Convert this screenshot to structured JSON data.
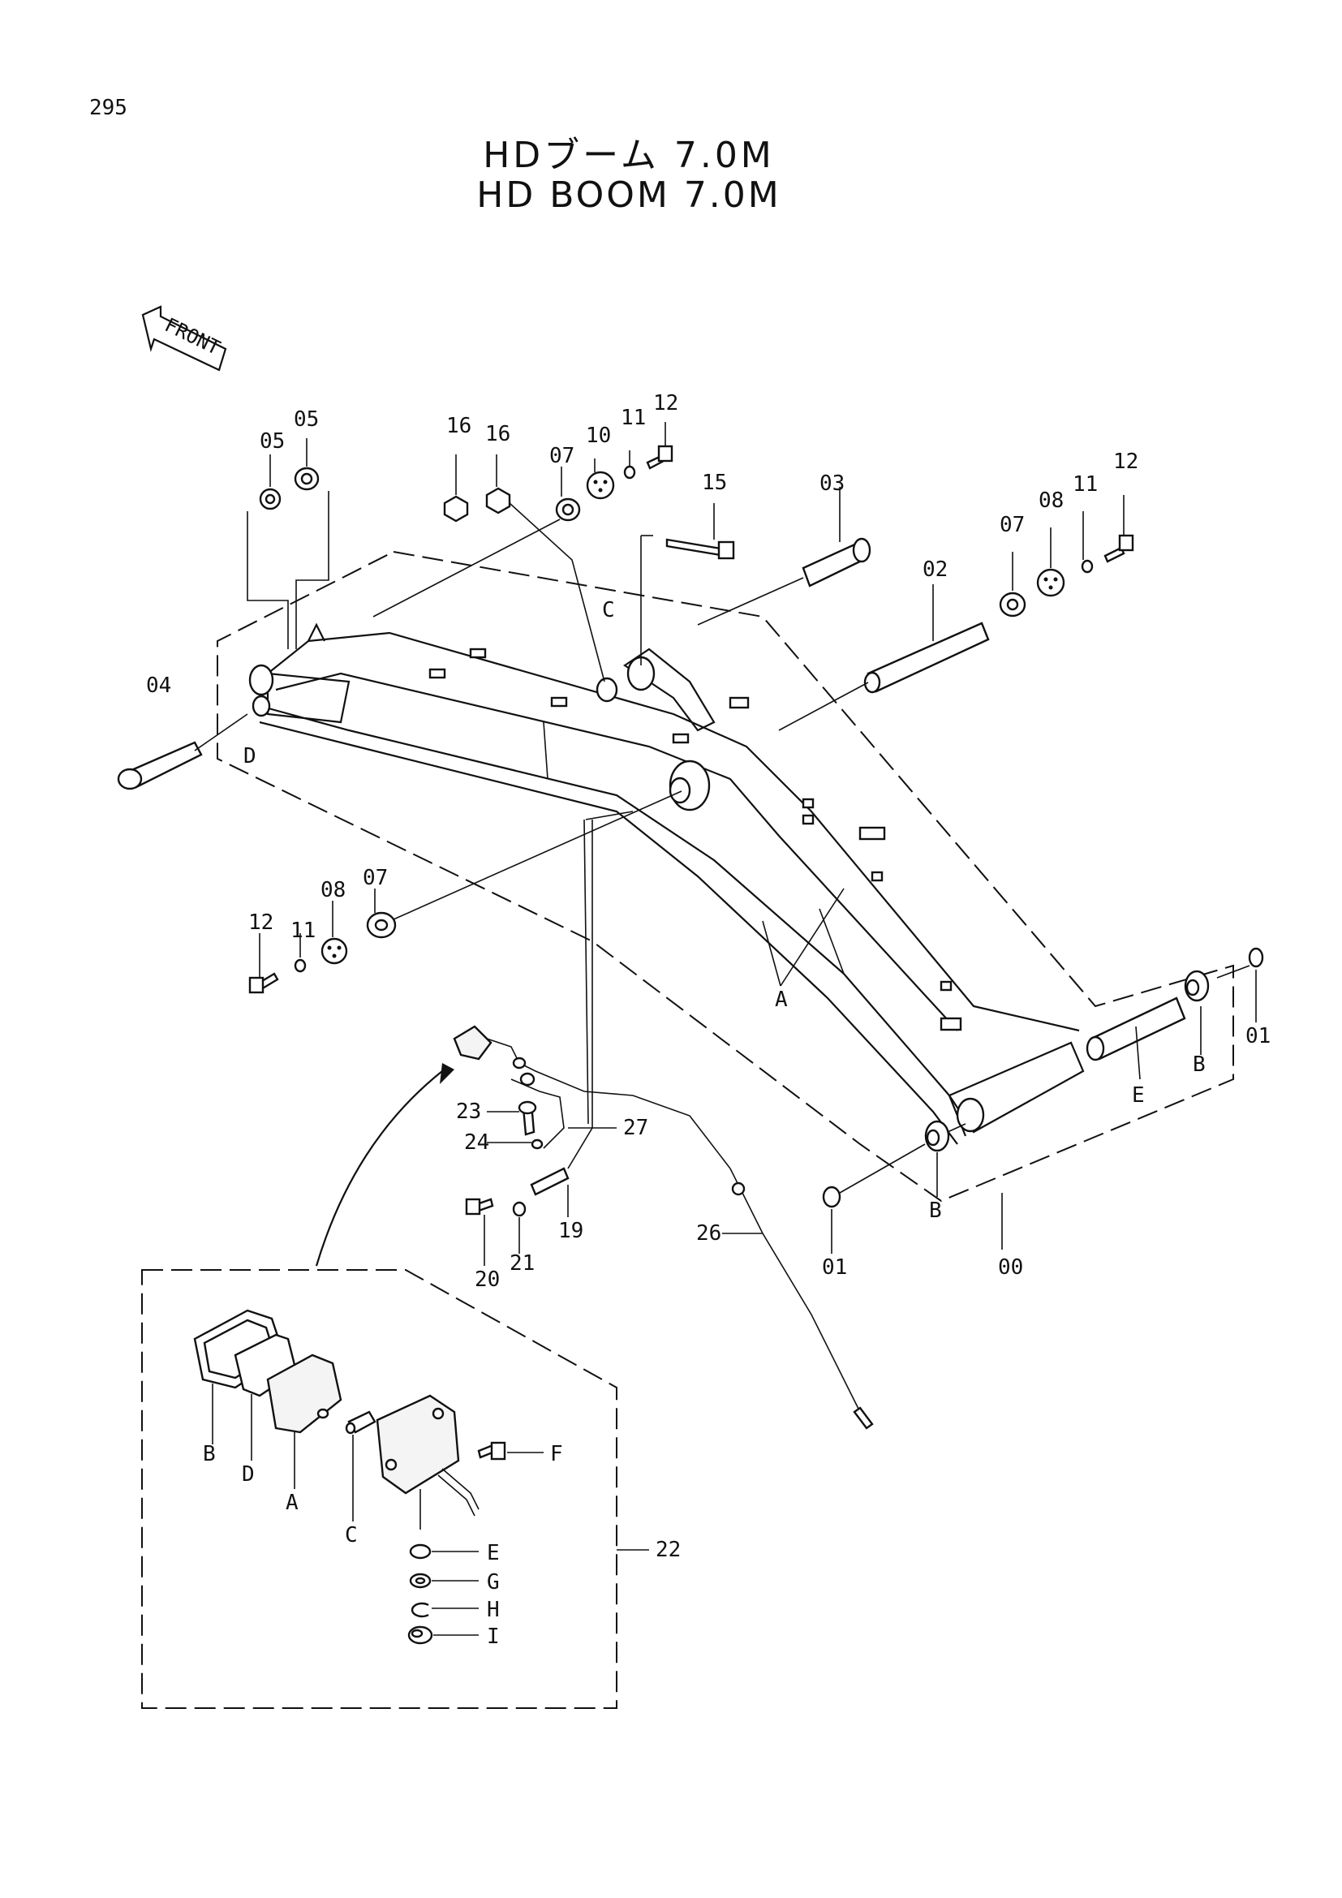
{
  "page_number": "295",
  "title_ja": "HDブーム 7.0M",
  "title_en": "HD BOOM 7.0M",
  "front_arrow": "FRONT",
  "labels": {
    "p00": "00",
    "p01a": "01",
    "p01b": "01",
    "p02": "02",
    "p03": "03",
    "p04": "04",
    "p05a": "05",
    "p05b": "05",
    "p07a": "07",
    "p07b": "07",
    "p07c": "07",
    "p08a": "08",
    "p08b": "08",
    "p10": "10",
    "p11a": "11",
    "p11b": "11",
    "p11c": "11",
    "p12a": "12",
    "p12b": "12",
    "p12c": "12",
    "p15": "15",
    "p16a": "16",
    "p16b": "16",
    "p19": "19",
    "p20": "20",
    "p21": "21",
    "p22": "22",
    "p23": "23",
    "p24": "24",
    "p26": "26",
    "p27": "27",
    "refA": "A",
    "refB1": "B",
    "refB2": "B",
    "refC": "C",
    "refD": "D",
    "refE": "E",
    "lampA": "A",
    "lampB": "B",
    "lampC": "C",
    "lampD": "D",
    "lampE": "E",
    "lampF": "F",
    "lampG": "G",
    "lampH": "H",
    "lampI": "I"
  }
}
